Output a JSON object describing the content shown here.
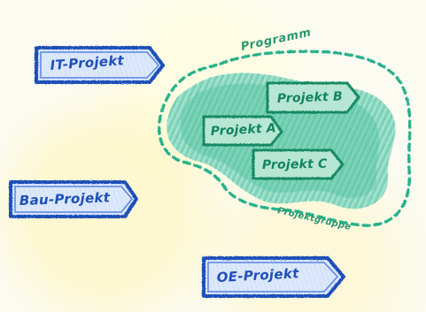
{
  "diagram": {
    "program_label": "Programm",
    "group_label": "Projektgruppe",
    "projects": {
      "it": "IT-Projekt",
      "bau": "Bau-Projekt",
      "oe": "OE-Projekt",
      "a": "Projekt A",
      "b": "Projekt B",
      "c": "Projekt C"
    }
  },
  "colors": {
    "blue": "#1f4fb8",
    "light_blue": "#dce8fb",
    "teal": "#27b08a",
    "green": "#13845f"
  }
}
